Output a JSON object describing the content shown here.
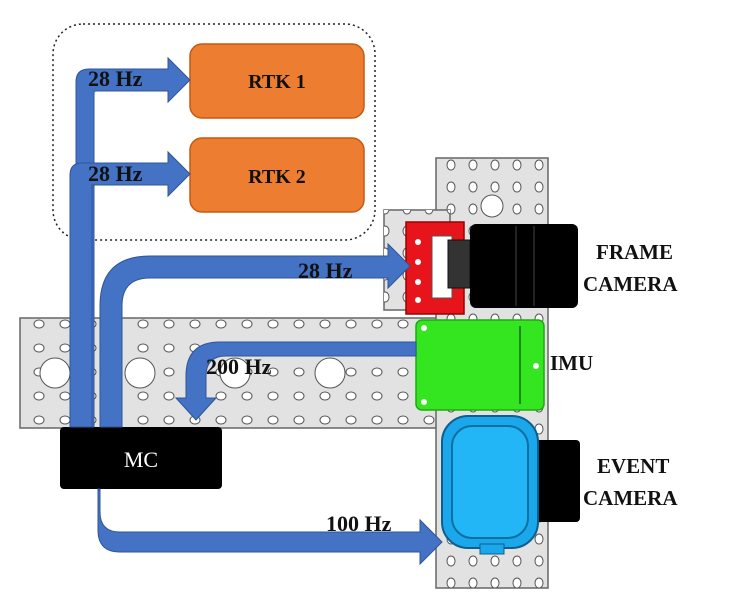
{
  "colors": {
    "arrow": "#4472C4",
    "arrow_edge": "#2f5597",
    "rtk_fill": "#ED7D31",
    "rtk_edge": "#c55a11",
    "frame_bracket": "#e8141b",
    "imu": "#33e61f",
    "event_camera": "#1aa7ec",
    "camera_body": "#000000",
    "mc_fill": "#000000",
    "rail": "#e2e2e2"
  },
  "icons": {
    "frame_camera": "camera-body-icon",
    "event_camera": "event-camera-icon",
    "imu": "imu-board-icon"
  },
  "rtk_group": {
    "rtk1_label": "RTK 1",
    "rtk2_label": "RTK 2"
  },
  "rates": {
    "rtk1": "28 Hz",
    "rtk2": "28 Hz",
    "frame_camera": "28 Hz",
    "imu": "200 Hz",
    "event_camera": "100 Hz"
  },
  "components": {
    "mc_label": "MC",
    "frame_camera_line1": "FRAME",
    "frame_camera_line2": "CAMERA",
    "imu_label": "IMU",
    "event_camera_line1": "EVENT",
    "event_camera_line2": "CAMERA"
  }
}
